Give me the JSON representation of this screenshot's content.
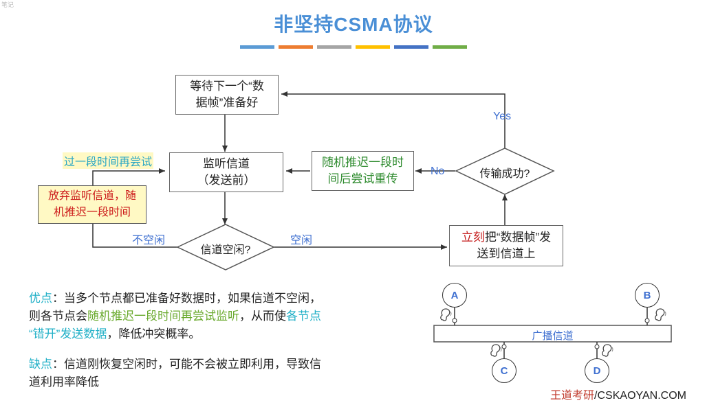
{
  "title": "非坚持CSMA协议",
  "top_watermark": "笔记",
  "color_bar": [
    "#5b9bd5",
    "#ed7d31",
    "#a5a5a5",
    "#ffc000",
    "#4472c4",
    "#70ad47"
  ],
  "flowchart": {
    "wait_box": [
      "等待下一个“数",
      "据帧”准备好"
    ],
    "listen_box": [
      "监听信道",
      "（发送前）"
    ],
    "random_retry_box": [
      "随机推迟一段时",
      "间后尝试重传"
    ],
    "success_diamond": "传输成功?",
    "idle_diamond": "信道空闲?",
    "send_box": {
      "prefix": "立刻",
      "line1_rest": "把“数据帧”发",
      "line2": "送到信道上"
    },
    "giveup_box": [
      "放弃监听信道，随",
      "机推迟一段时间"
    ],
    "retry_label": "过一段时间再尝试",
    "label_yes": "Yes",
    "label_no": "No",
    "label_busy": "不空闲",
    "label_idle": "空闲"
  },
  "advantages": {
    "label": "优点",
    "sep": "：",
    "t1": "当多个节点都已准备好数据时，如果信道不空闲，",
    "t2": "则各节点会",
    "t3": "随机推迟一段时间再尝试监听",
    "t4": "，从而使",
    "t5": "各节点",
    "t6": "“错开”发送数据",
    "t7": "，降低冲突概率。"
  },
  "disadvantages": {
    "label": "缺点",
    "sep": "：",
    "t1": "信道刚恢复空闲时，可能不会被立即利用，导致信",
    "t2": "道利用率降低"
  },
  "bus": {
    "label": "广播信道",
    "nodes": [
      "A",
      "B",
      "C",
      "D"
    ]
  },
  "footer": {
    "cn": "王道考研",
    "sep": "/",
    "en": "CSKAOYAN.COM"
  }
}
